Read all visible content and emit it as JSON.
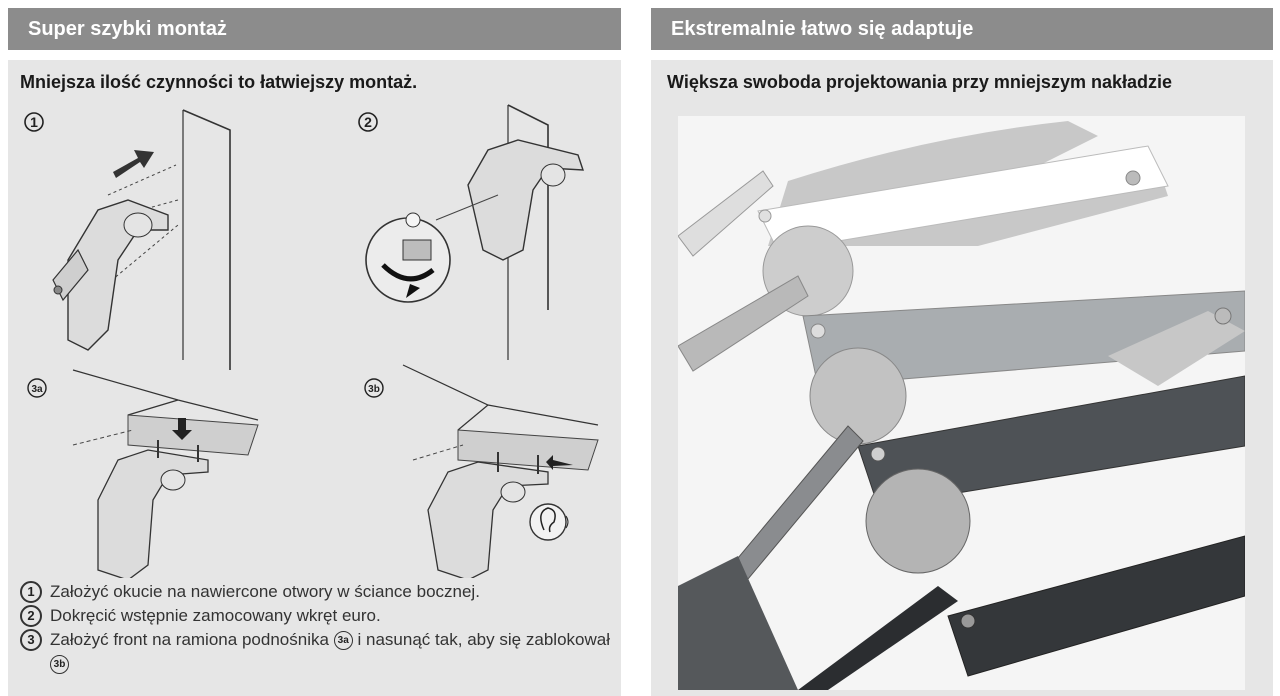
{
  "left": {
    "header": "Super szybki montaż",
    "subtitle": "Mniejsza ilość czynności to łatwiejszy montaż.",
    "figure_labels": {
      "f1": "1",
      "f2": "2",
      "f3a": "3a",
      "f3b": "3b"
    },
    "steps": [
      {
        "num": "1",
        "text": "Założyć okucie na nawiercone otwory w ściance bocznej."
      },
      {
        "num": "2",
        "text": "Dokręcić wstępnie zamocowany wkręt euro."
      },
      {
        "num": "3",
        "text_a": "Założyć front na ramiona podnośnika",
        "ref_a": "3a",
        "text_b": "i nasunąć tak, aby",
        "text_c": "się zablokował",
        "ref_b": "3b"
      }
    ]
  },
  "right": {
    "header": "Ekstremalnie łatwo się adaptuje",
    "subtitle": "Większa swoboda projektowania przy mniejszym nakładzie"
  },
  "colors": {
    "header_bg": "#8c8c8c",
    "panel_bg": "#e6e6e6"
  }
}
